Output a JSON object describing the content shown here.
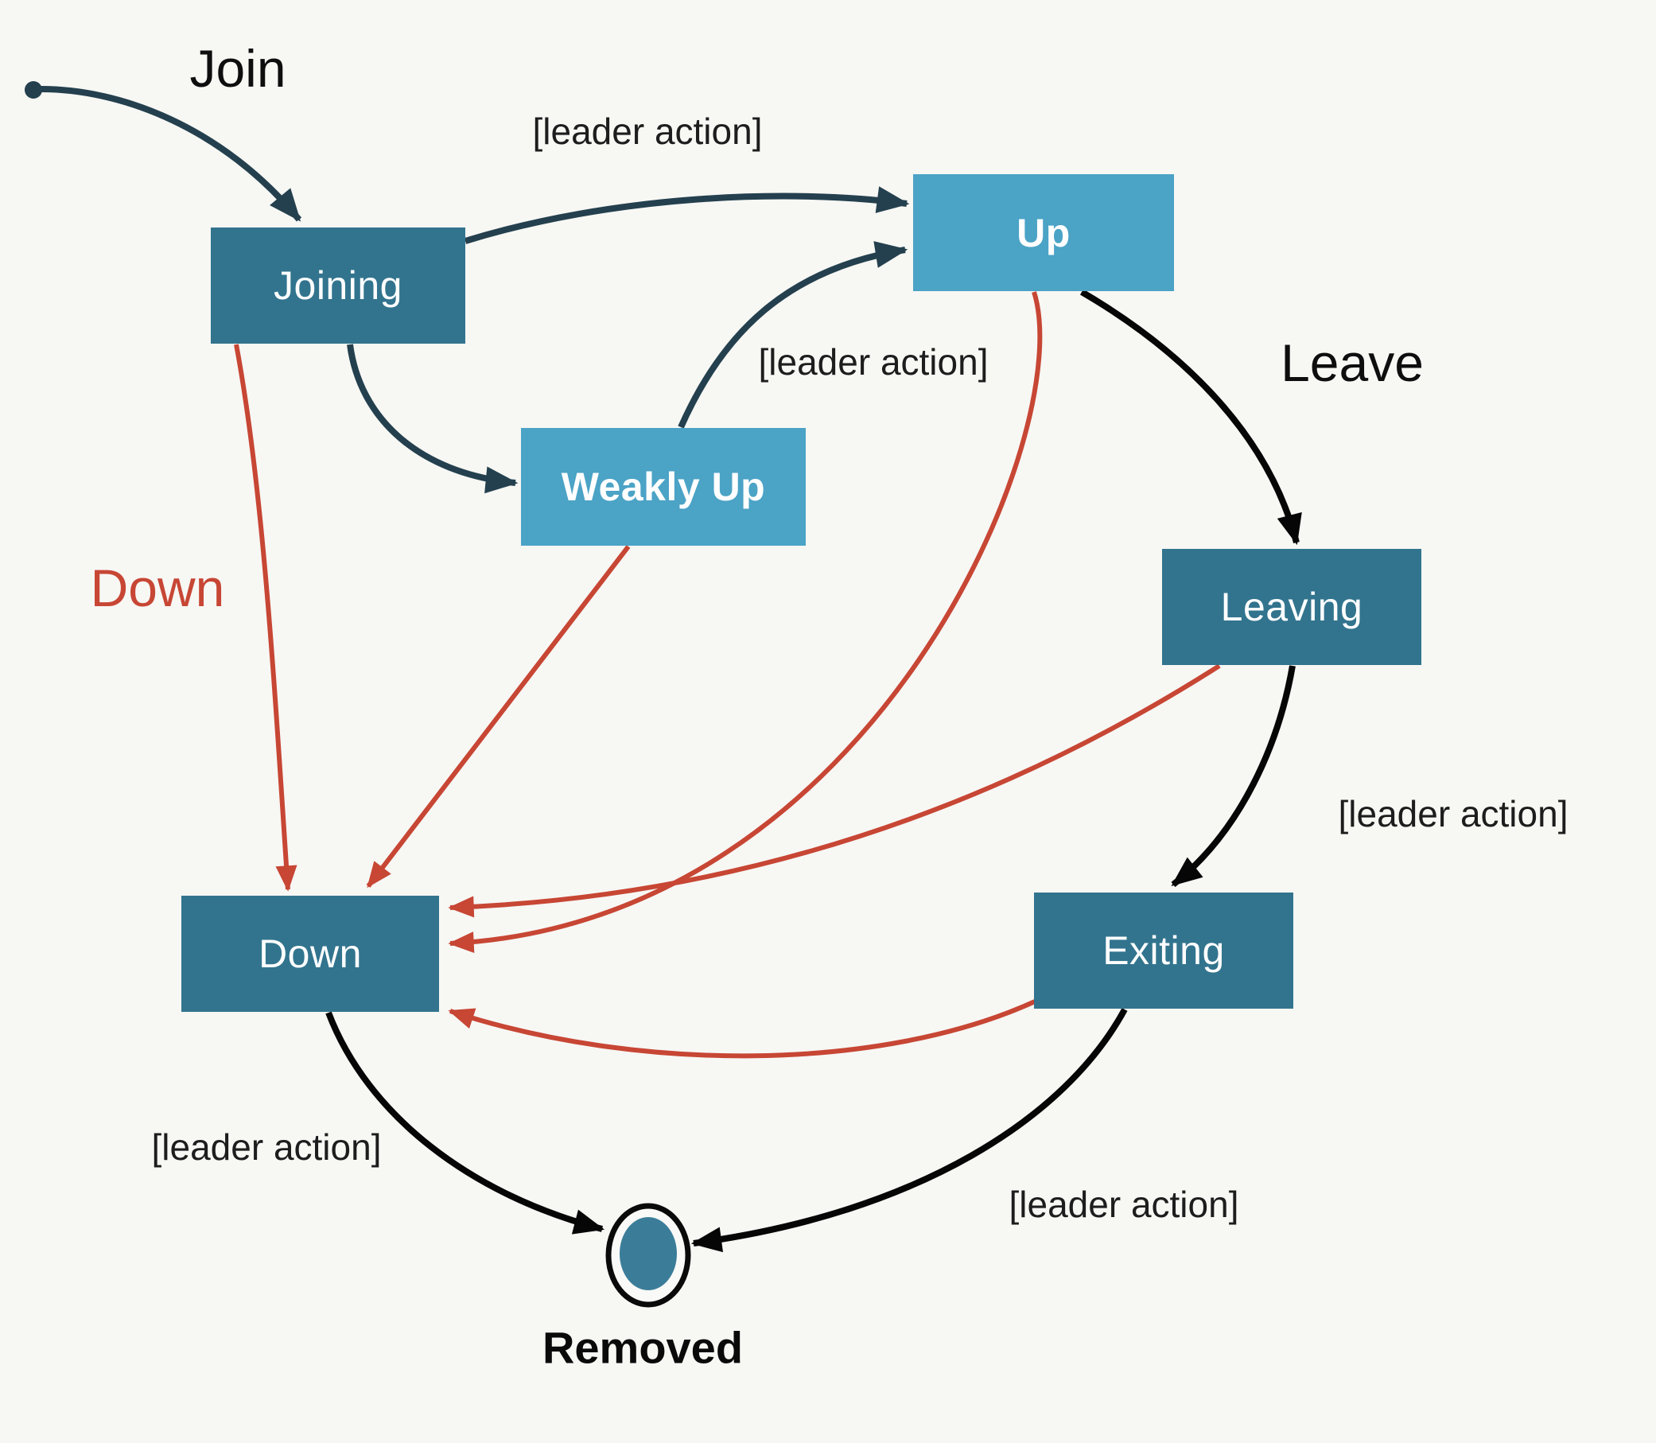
{
  "colors": {
    "background": "#f7f7f4",
    "dark_state_fill": "#32748e",
    "light_state_fill": "#4ba3c6",
    "terminal_inner_fill": "#3b7d99",
    "arrow_navy": "#24404e",
    "arrow_black": "#060606",
    "arrow_red": "#c74634",
    "label_text": "#0e0e0e",
    "down_label_red": "#c74634"
  },
  "states": {
    "joining": "Joining",
    "up": "Up",
    "weakly_up": "Weakly Up",
    "leaving": "Leaving",
    "down": "Down",
    "exiting": "Exiting",
    "removed": "Removed"
  },
  "edge_labels": {
    "join": "Join",
    "leader_top": "[leader action]",
    "leader_mid": "[leader action]",
    "leave": "Leave",
    "down": "Down",
    "leader_right": "[leader action]",
    "leader_bottom_left": "[leader action]",
    "leader_bottom_right": "[leader action]"
  }
}
